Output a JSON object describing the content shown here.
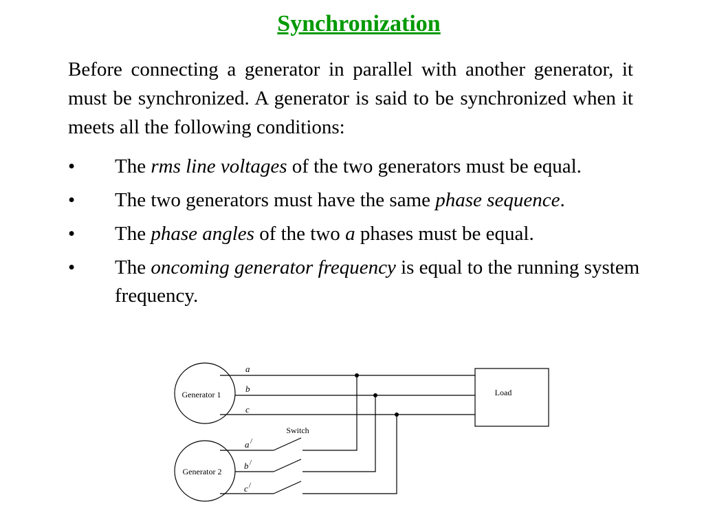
{
  "title": "Synchronization",
  "intro": "Before connecting a generator in parallel with another generator, it must be synchronized. A generator is said to be synchronized when it meets all the following conditions:",
  "bullets": [
    {
      "marker": "•",
      "pre": "The ",
      "em": "rms line voltages",
      "post": " of the two generators must be equal."
    },
    {
      "marker": "•",
      "pre": "The two generators must have the same ",
      "em": "phase sequence",
      "post": "."
    },
    {
      "marker": "•",
      "pre": "The ",
      "em": "phase angles",
      "mid": " of the two ",
      "em2": "a",
      "post": " phases must be equal."
    },
    {
      "marker": "•",
      "pre": "The ",
      "em": "oncoming generator frequency",
      "post": " is equal to the running system frequency."
    }
  ],
  "diagram": {
    "generator1": "Generator 1",
    "generator2": "Generator 2",
    "load": "Load",
    "switch": "Switch",
    "phases1": [
      "a",
      "b",
      "c"
    ],
    "phases2": [
      "a",
      "b",
      "c"
    ],
    "prime": "/"
  },
  "colors": {
    "title": "#009900",
    "text": "#000000",
    "background": "#ffffff"
  }
}
